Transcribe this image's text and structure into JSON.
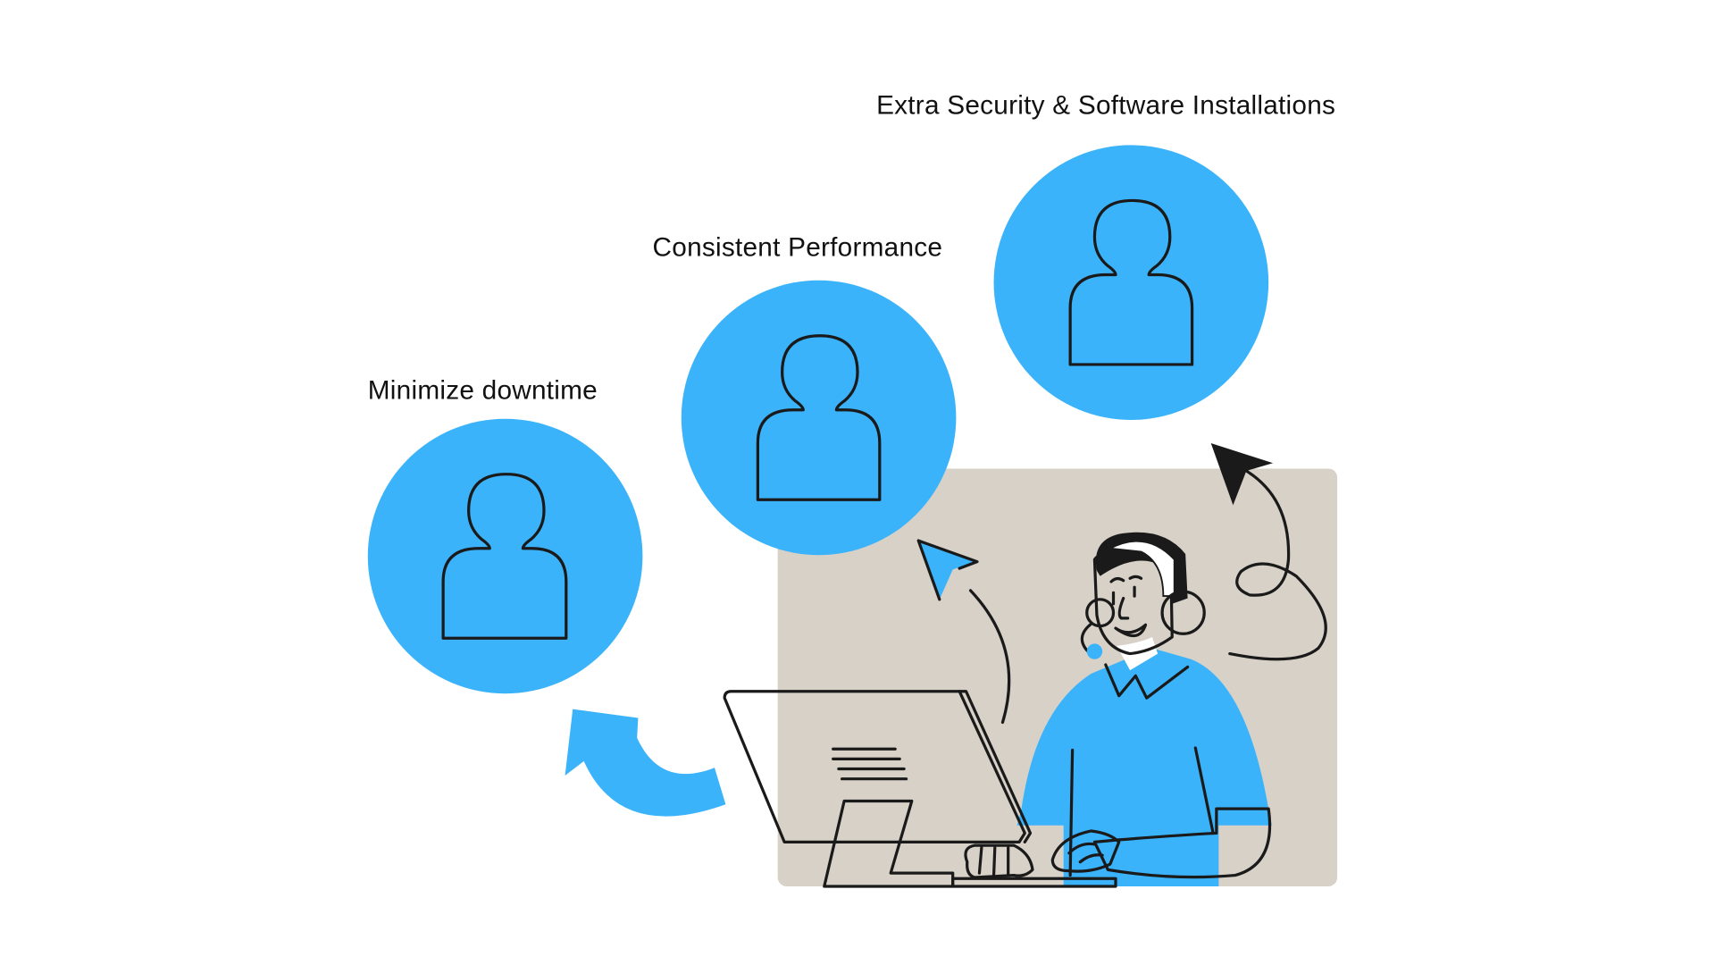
{
  "illustration": {
    "benefits": [
      {
        "label": "Minimize downtime",
        "icon": "user-avatar-icon"
      },
      {
        "label": "Consistent Performance",
        "icon": "user-avatar-icon"
      },
      {
        "label": "Extra Security & Software Installations",
        "icon": "user-avatar-icon"
      }
    ],
    "central_figure": "support-agent-with-headset-at-computer",
    "colors": {
      "accent_blue": "#3bb3fb",
      "backdrop_beige": "#d7d1c7",
      "ink": "#1a1a1a",
      "background": "#ffffff"
    }
  }
}
